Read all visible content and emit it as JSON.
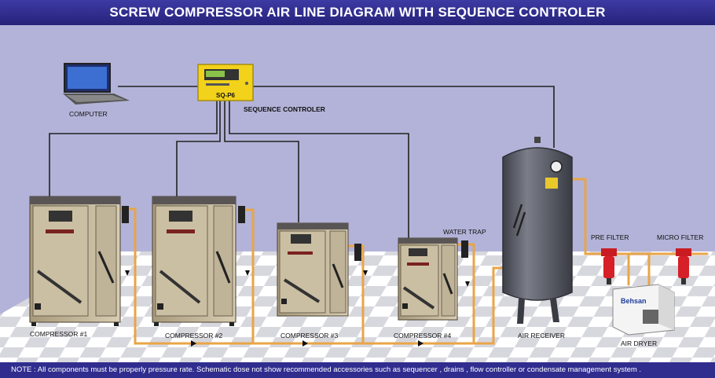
{
  "title": "SCREW COMPRESSOR AIR LINE DIAGRAM WITH SEQUENCE CONTROLER",
  "labels": {
    "computer": "COMPUTER",
    "sequence_controller": "SEQUENCE CONTROLER",
    "controller_model": "SQ-P6",
    "compressor_1": "COMPRESSOR #1",
    "compressor_2": "COMPRESSOR #2",
    "compressor_3": "COMPRESSOR #3",
    "compressor_4": "COMPRESSOR #4",
    "water_trap": "WATER TRAP",
    "air_receiver": "AIR RECEIVER",
    "pre_filter": "PRE FILTER",
    "micro_filter": "MICRO FILTER",
    "air_dryer": "AIR DRYER",
    "dryer_brand": "Behsan"
  },
  "note": "NOTE : All components must be properly pressure rate. Schematic dose not show recommended accessories such as sequencer , drains , flow controller or condensate management system .",
  "colors": {
    "background": "#b3b3d9",
    "title_bar": "#2e2b8c",
    "pipe": "#e8a548",
    "cable": "#222222",
    "controller": "#f2d21a",
    "tank": "#5c5e68",
    "filter": "#d61f26"
  }
}
